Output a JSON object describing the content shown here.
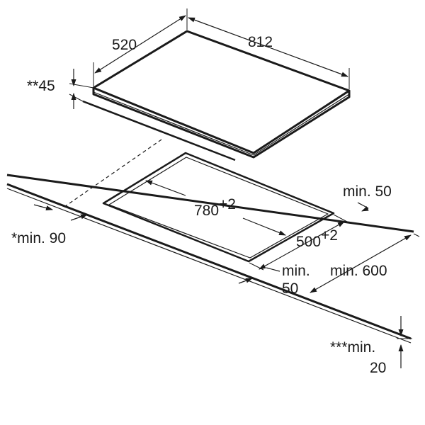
{
  "hob": {
    "width_label": "812",
    "depth_label": "520",
    "height_prefix": "**",
    "height_value": "45"
  },
  "cutout": {
    "width_value": "780",
    "width_tol": "+2",
    "depth_value": "500",
    "depth_tol": "+2"
  },
  "clearances": {
    "rear_label": "min. 50",
    "front_label_line1": "min.",
    "front_label_line2": "50",
    "worktop_label": "min. 600",
    "side_label": "*min. 90",
    "below_line1": "***min.",
    "below_line2": "20"
  },
  "colors": {
    "line": "#1a1a1a",
    "background": "#ffffff"
  }
}
